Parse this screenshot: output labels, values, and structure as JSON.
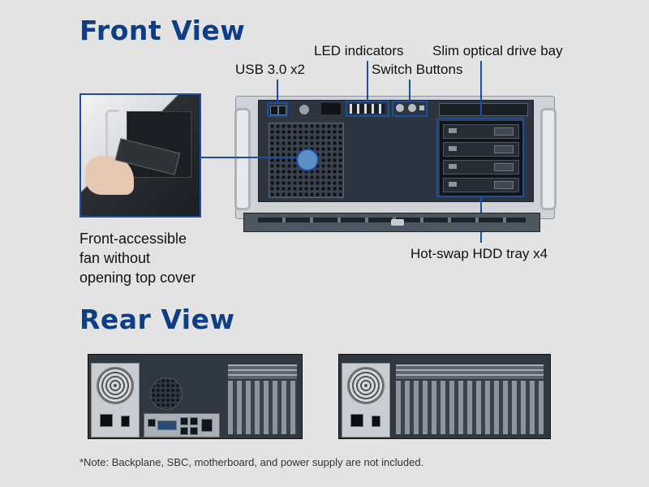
{
  "front": {
    "heading": "Front View",
    "labels": {
      "usb": "USB 3.0 x2",
      "led": "LED indicators",
      "switch": "Switch Buttons",
      "optical": "Slim optical drive bay",
      "hdd": "Hot-swap HDD tray x4"
    },
    "fan_caption": [
      "Front-accessible",
      "fan without",
      "opening top cover"
    ]
  },
  "rear": {
    "heading": "Rear View"
  },
  "note": "*Note: Backplane, SBC, motherboard, and power supply are not included.",
  "colors": {
    "heading": "#0e3f86",
    "callout": "#1d4fa0",
    "background": "#e3e3e3"
  }
}
